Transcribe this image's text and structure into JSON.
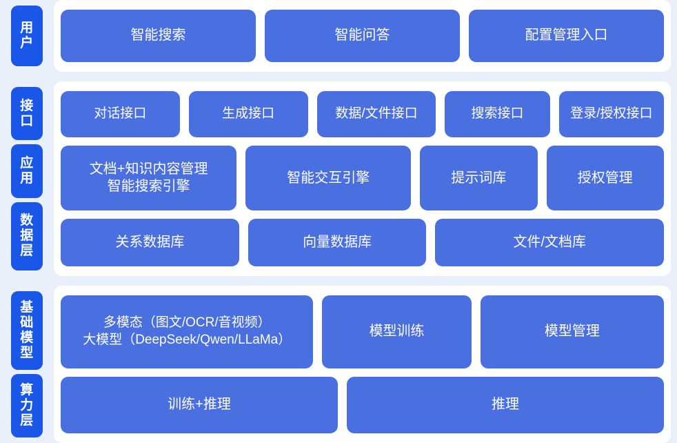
{
  "diagram": {
    "colors": {
      "background": "#eaf0fa",
      "panel": "#ffffff",
      "rail_chip": "#1a56e8",
      "box": "#4a6fe0",
      "text": "#ffffff"
    }
  },
  "bands": [
    {
      "id": "users",
      "rails": [
        {
          "label": "用户"
        }
      ],
      "rows": [
        {
          "boxes": [
            {
              "label": "智能搜索"
            },
            {
              "label": "智能问答"
            },
            {
              "label": "配置管理入口"
            }
          ]
        }
      ]
    },
    {
      "id": "platform",
      "rails": [
        {
          "label": "接口"
        },
        {
          "label": "应用"
        },
        {
          "label": "数据层"
        }
      ],
      "rows": [
        {
          "boxes": [
            {
              "label": "对话接口"
            },
            {
              "label": "生成接口"
            },
            {
              "label": "数据/文件接口"
            },
            {
              "label": "搜索接口"
            },
            {
              "label": "登录/授权接口"
            }
          ]
        },
        {
          "boxes": [
            {
              "label": "文档+知识内容管理\n智能搜索引擎"
            },
            {
              "label": "智能交互引擎"
            },
            {
              "label": "提示词库"
            },
            {
              "label": "授权管理"
            }
          ]
        },
        {
          "boxes": [
            {
              "label": "关系数据库"
            },
            {
              "label": "向量数据库"
            },
            {
              "label": "文件/文档库"
            }
          ]
        }
      ]
    },
    {
      "id": "infra",
      "rails": [
        {
          "label": "基础模型"
        },
        {
          "label": "算力层"
        }
      ],
      "rows": [
        {
          "boxes": [
            {
              "label": "多模态（图文/OCR/音视频）\n大模型（DeepSeek/Qwen/LLaMa）"
            },
            {
              "label": "模型训练"
            },
            {
              "label": "模型管理"
            }
          ]
        },
        {
          "boxes": [
            {
              "label": "训练+推理"
            },
            {
              "label": "推理"
            }
          ]
        }
      ]
    }
  ]
}
